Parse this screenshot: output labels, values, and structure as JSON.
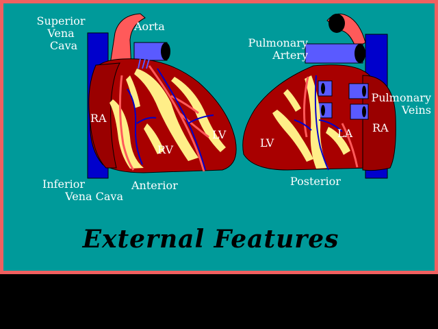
{
  "title": "External Features",
  "views": {
    "anterior": {
      "caption": "Anterior",
      "labels": {
        "superior_vena_cava": [
          "Superior",
          "Vena",
          "Cava"
        ],
        "aorta": "Aorta",
        "ra": "RA",
        "rv": "RV",
        "lv": "LV",
        "inferior_vena_cava": [
          "Inferior",
          "Vena Cava"
        ]
      }
    },
    "posterior": {
      "caption": "Posterior",
      "labels": {
        "pulmonary_artery": [
          "Pulmonary",
          "Artery"
        ],
        "pulmonary_veins": [
          "Pulmonary",
          "Veins"
        ],
        "lv": "LV",
        "la": "LA",
        "ra": "RA"
      }
    }
  },
  "colors": {
    "frame": "#f06060",
    "background": "#009a9a",
    "heart_muscle": "#a80000",
    "fat": "#ffee88",
    "vein_blue": "#0000cc",
    "vessel_blue": "#5a5aff",
    "artery_pink": "#ff5a5a"
  }
}
